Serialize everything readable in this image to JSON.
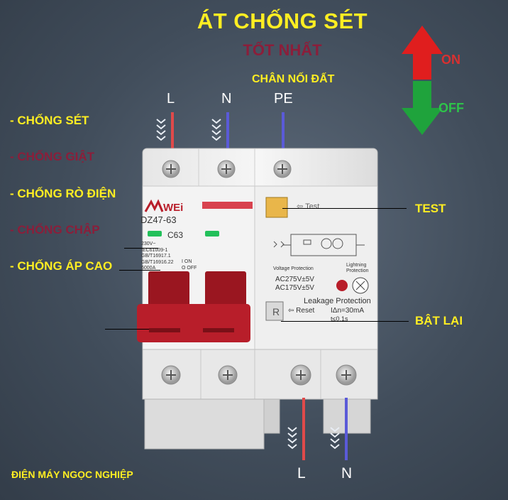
{
  "title": "ÁT CHỐNG SÉT",
  "subtitle": "TỐT NHẤT",
  "ground_label": "CHÂN NỐI ĐẤT",
  "terminals_top": [
    "L",
    "N",
    "PE"
  ],
  "terminals_bottom": [
    "L",
    "N"
  ],
  "features": [
    {
      "text": "- CHỐNG SÉT",
      "color": "#ffee22"
    },
    {
      "text": "- CHỐNG GIẬT",
      "color": "#8b1e3a"
    },
    {
      "text": "- CHỐNG RÒ ĐIỆN",
      "color": "#ffee22"
    },
    {
      "text": "- CHỐNG CHẬP",
      "color": "#8b1e3a"
    },
    {
      "text": "- CHỐNG ÁP CAO",
      "color": "#ffee22"
    }
  ],
  "indicator": {
    "on": "ON",
    "off": "OFF"
  },
  "callouts": {
    "test": "TEST",
    "reset": "BẬT LẠI"
  },
  "breaker": {
    "brand": "WEi",
    "model": "DZ47-63",
    "rating": "C63",
    "specs": [
      "230V~",
      "IEC61009-1",
      "GB/T16917.1",
      "GB/T16916.22",
      "6000A"
    ],
    "on_off": [
      "I ON",
      "O OFF"
    ]
  },
  "module": {
    "test_label": "Test",
    "voltage_protection": "Voltage Protection",
    "lightning_protection": "Lightning Protection",
    "ac_high": "AC275V±5V",
    "ac_low": "AC175V±5V",
    "leakage": "Leakage Protection",
    "reset": "Reset",
    "i_delta_n": "IΔn=30mA",
    "t_trip": "t≤0.1s"
  },
  "footer": "ĐIỆN MÁY NGỌC NGHIỆP",
  "colors": {
    "yellow": "#ffee22",
    "maroon": "#8b1e3a",
    "red_wire": "#e04a4a",
    "blue_wire": "#5a5ad8",
    "handle": "#b81e2a"
  }
}
